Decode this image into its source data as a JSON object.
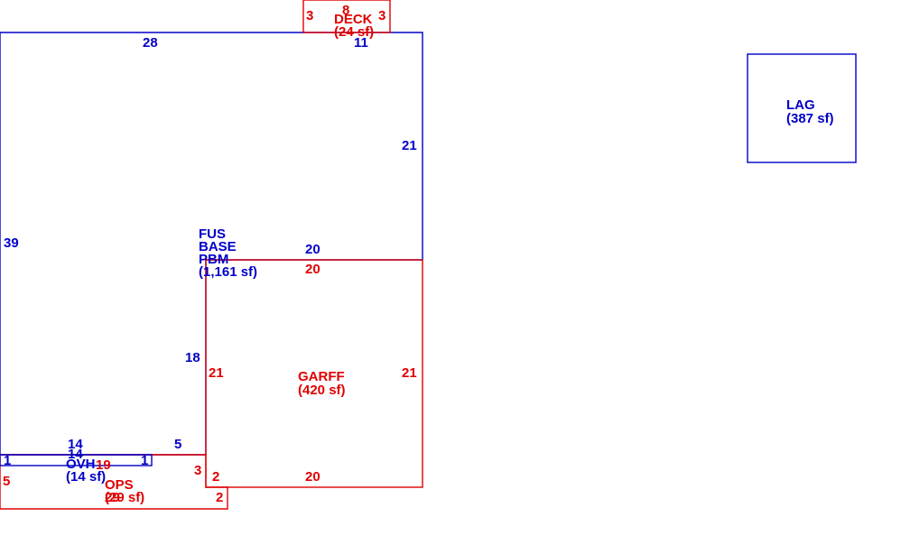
{
  "colors": {
    "blue": "#0000c8",
    "red": "#e00000",
    "background": "#ffffff"
  },
  "main_area": {
    "labels": [
      "FUS",
      "BASE",
      "PBM"
    ],
    "area": "(1,161 sf)",
    "dims": {
      "top": "28",
      "left": "39",
      "upper_right": "21",
      "mid_horizontal": "20",
      "inner_vertical": "18",
      "bottom_right": "5"
    }
  },
  "garage": {
    "label": "GARFF",
    "area": "(420 sf)",
    "dims": {
      "top": "20",
      "left": "21",
      "right": "21",
      "bottom": "20",
      "small_left": "2"
    }
  },
  "deck": {
    "label": "DECK",
    "area": "(24 sf)",
    "dims": {
      "top": "8",
      "left": "3",
      "right": "3",
      "bottom": "11"
    }
  },
  "overhang": {
    "label": "OVH",
    "area": "(14 sf)",
    "dims": {
      "top": "14",
      "top_inner": "14",
      "left": "1",
      "right": "1"
    }
  },
  "porch": {
    "label": "OPS",
    "area": "(29 sf)",
    "dims": {
      "left": "5",
      "top": "19",
      "overlap": "29",
      "right_upper": "3",
      "right_lower": "2"
    }
  },
  "lag": {
    "label": "LAG",
    "area": "(387 sf)"
  }
}
